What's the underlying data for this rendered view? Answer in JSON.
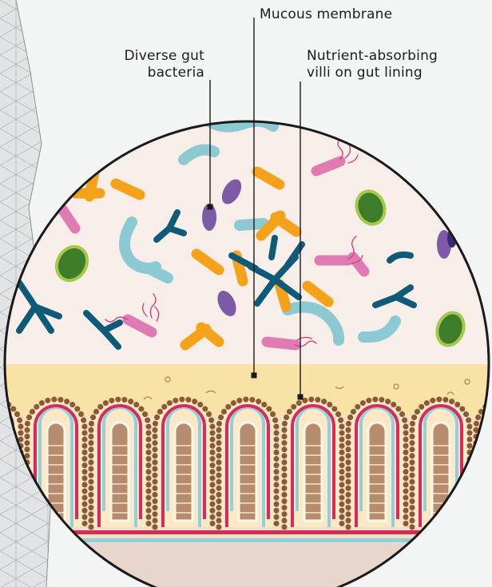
{
  "labels": {
    "bacteria": [
      "Diverse gut",
      "bacteria"
    ],
    "mucous": "Mucous membrane",
    "villi": [
      "Nutrient-absorbing",
      "villi on gut lining"
    ]
  },
  "colors": {
    "background": "#f3f4f4",
    "lumen": "#f7eeea",
    "mucus": "#f8e2a6",
    "villus_fill": "#fbe8c6",
    "villus_core": "#b78c6c",
    "villus_dots": "#8a5a36",
    "artery": "#d62b5c",
    "vein": "#8fd0dc",
    "bacteria_orange": "#f3a21a",
    "bacteria_teal": "#8cc9d3",
    "bacteria_purple": "#7d5aa5",
    "bacteria_pink": "#e07ab3",
    "bacteria_green": "#4e9a2f",
    "bacteria_navy": "#0f5a78",
    "leader": "#1a1a1a"
  },
  "icons": [
    "circular-magnified-gut-view",
    "lowpoly-mesh-texture",
    "rod-bacterium-icon",
    "coccus-bacterium-icon",
    "flagellated-bacterium-icon",
    "branched-bacterium-icon"
  ]
}
